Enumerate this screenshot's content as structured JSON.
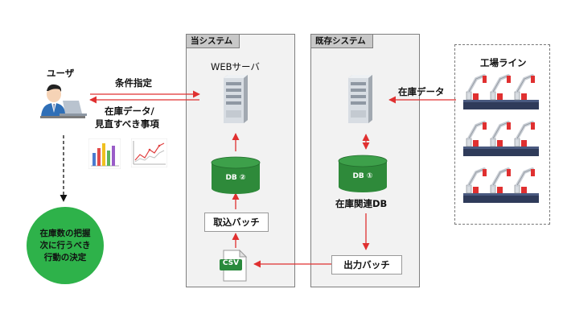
{
  "systems": {
    "current": {
      "title": "当システム"
    },
    "existing": {
      "title": "既存システム"
    }
  },
  "factory": {
    "title": "工場ライン"
  },
  "user": {
    "label": "ユーザ"
  },
  "web_server": {
    "label": "WEBサーバ"
  },
  "db_current": {
    "label": "DB ②"
  },
  "db_existing": {
    "label": "DB ①",
    "caption": "在庫関連DB"
  },
  "batches": {
    "import": "取込バッチ",
    "export": "出力バッチ"
  },
  "csv_file": {
    "label": "CSV"
  },
  "flows": {
    "conditions": "条件指定",
    "inventory_return_line1": "在庫データ/",
    "inventory_return_line2": "見直すべき事項",
    "factory_inventory": "在庫データ"
  },
  "outcome": {
    "line1": "在庫数の把握",
    "line2": "次に行うべき",
    "line3": "行動の決定"
  },
  "icons": [
    "person-at-laptop-icon",
    "bar-chart-icon",
    "line-chart-icon",
    "server-icon",
    "database-icon",
    "csv-file-icon",
    "robot-arm-icon"
  ],
  "colors": {
    "arrow": "#e03030",
    "db_green": "#2e8a3a",
    "decision_green": "#2eb24a",
    "csv_green": "#2a8a3c",
    "panel_fill": "#f2f2f2",
    "panel_head": "#c8c8c8"
  }
}
